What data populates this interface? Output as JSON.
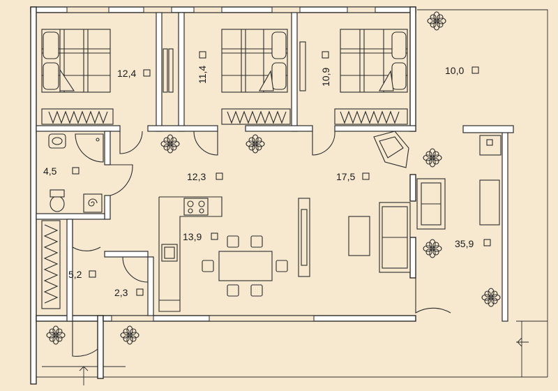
{
  "rooms": {
    "bedroom_1": "12,4",
    "bedroom_2": "11,4",
    "bedroom_3": "10,9",
    "terrace_top": "10,0",
    "bathroom": "4,5",
    "hall": "12,3",
    "living": "17,5",
    "kitchen_dining": "13,9",
    "wardrobe": "5,2",
    "utility": "2,3",
    "terrace_side": "35,9"
  },
  "colors": {
    "background": "#f7e9cf",
    "walls": "#ffffff",
    "lines": "#2b2b2b"
  },
  "icons": [
    "plant-icon",
    "bed-icon",
    "wardrobe-icon",
    "toilet-icon",
    "shower-icon",
    "sink-icon",
    "stove-icon",
    "sofa-icon",
    "armchair-icon",
    "chair-icon",
    "table-icon"
  ]
}
